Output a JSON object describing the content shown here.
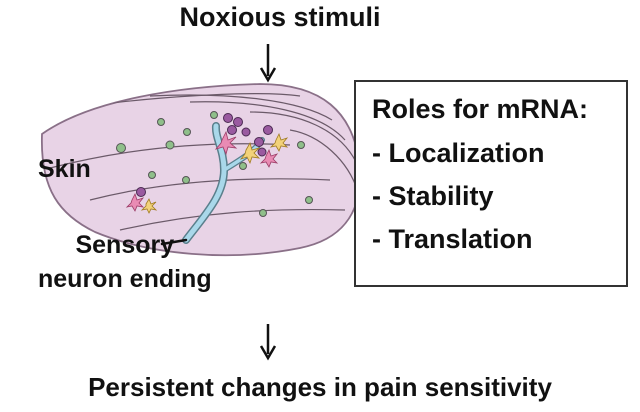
{
  "header": {
    "title": "Noxious stimuli"
  },
  "labels": {
    "skin": "Skin",
    "sensory_line1": "Sensory",
    "sensory_line2": "neuron ending"
  },
  "roles": {
    "title": "Roles for mRNA:",
    "items": [
      "- Localization",
      "- Stability",
      "- Translation"
    ]
  },
  "footer": {
    "caption": "Persistent changes in pain sensitivity"
  },
  "colors": {
    "skin_fill": "#e8d3e6",
    "skin_stroke": "#8a7088",
    "neuron": "#a9d8ea",
    "cell_dot": "#8fbf8a",
    "granule": "#9a5aa0",
    "spark_pink": "#e98bb4",
    "spark_yellow": "#f2d27a"
  }
}
